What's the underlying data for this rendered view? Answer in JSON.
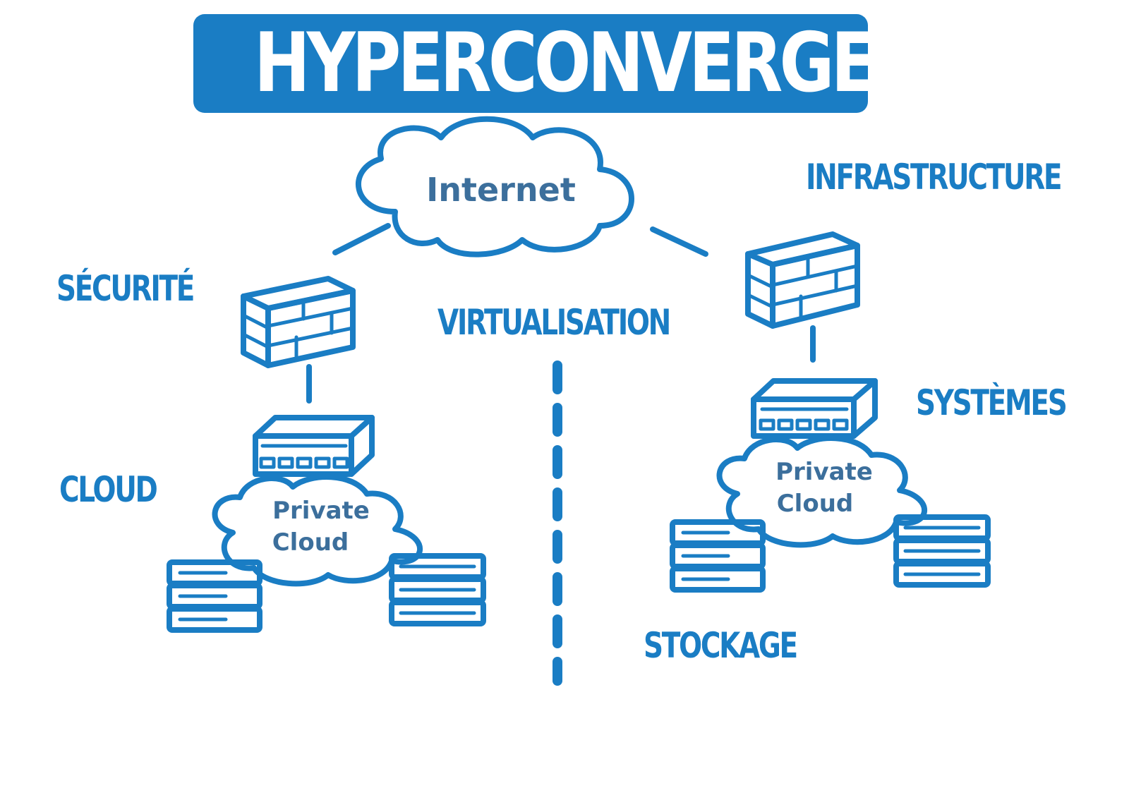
{
  "title": "HYPERCONVERGENCE",
  "labels": {
    "infrastructure": "INFRASTRUCTURE",
    "securite": "SÉCURITÉ",
    "virtualisation": "VIRTUALISATION",
    "systemes": "SYSTÈMES",
    "cloud": "CLOUD",
    "stockage": "STOCKAGE"
  },
  "diagram": {
    "internet_cloud": "Internet",
    "private_cloud_left": [
      "Private",
      "Cloud"
    ],
    "private_cloud_right": [
      "Private",
      "Cloud"
    ]
  },
  "colors": {
    "brand_blue": "#1a7dc4",
    "cloud_text": "#3c6f9c",
    "background": "#ffffff"
  }
}
